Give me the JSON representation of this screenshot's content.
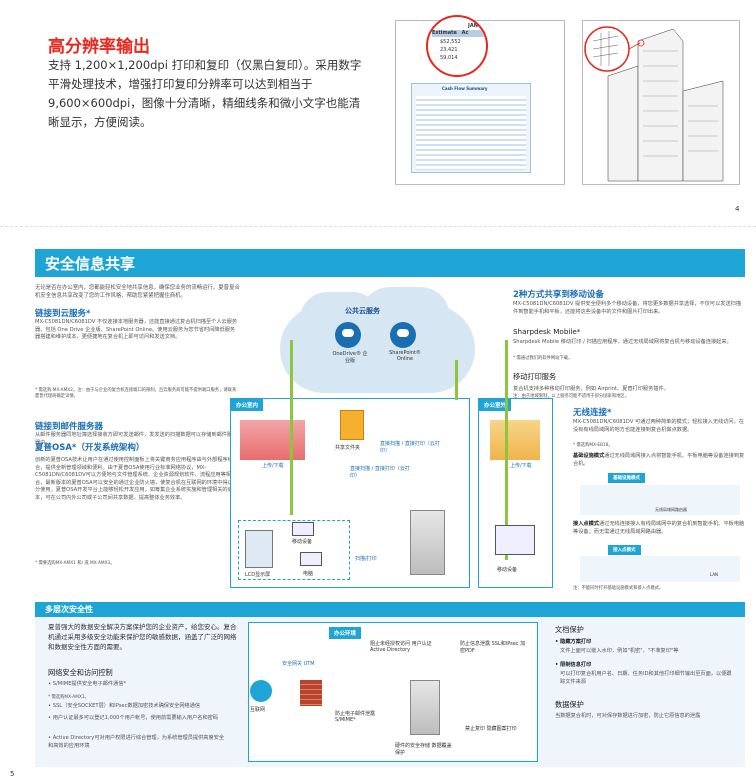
{
  "top": {
    "title": "高分辨率输出",
    "body": "支持 1,200×1,200dpi 打印和复印（仅黑白复印）。采用数字平滑处理技术，增强打印复印分辨率可以达到相当于 9,600×600dpi，图像十分清晰，精细线条和微小文字也能清晰显示，方便阅读。",
    "zoom_table": {
      "headers": [
        "Estimate",
        "Ac"
      ],
      "rows": [
        "$52,552",
        "23,421",
        "59,014"
      ],
      "col_header": "JAN"
    },
    "sheet_title": "Cash Flow Summary",
    "page_number": "4"
  },
  "section1": {
    "title": "安全信息共享",
    "intro": "无论是否在办公室内，您都能轻松安全地共享信息，确保您业务的流畅运行。夏普复合机安全信息共享改变了您的工作风格，帮助您紧紧把握住商机。",
    "cloud_title": "链接到云服务*",
    "cloud_body": "MX-C5081DN/C6081DV 不仅连接本地服务器，还能直接通过复合机扫描至个人云服务器、包括 One Drive 企业版、SharePoint Online。使用云服务为您节省时间降低服务器搭建和维护成本，更便捷地在复合机上即可访问和发送文档。",
    "cloud_note": "* 需选购 MX-AMX2。注：由于与企业的复合机连接端口的限制，且云服务商可能不提供端口服务，请联系夏普代理商确定详情。",
    "mail_title": "链接到邮件服务器",
    "mail_body": "从邮件服务器同地址簿选择接收方即可发送邮件，发发送的扫描数据可以存储到邮件服务器中。",
    "osa_title": "夏普OSA*（开发系统架构）",
    "osa_body": "创新的夏普OSA技术让用户在通过使用控制面板上将关键商务应用程序由与外部程序组合，提供全新管理领域和便利。由于夏普OSA使用行业标准网络协议，MX-C5081DN/C6081DV可以方便地与文件管理系统、企业资源规划软件、流程应用等相结合，最新版本的夏普OSA可以安全的通过企业防火墙，使复合机在互联网的环境中得以充分使用。夏普OSA开发平台上能够轻松开发应用，如筹集企业系统实施和管理相关的成本，可在公司内外公司或子公司间共享数据，提高整体业务效率。",
    "osa_note": "* 需要选购MX-AMX1 和/ 或 MX-AMX3。",
    "diagram": {
      "public_cloud": "公共云服务",
      "onedrive": "OneDrive® 企业版",
      "sharepoint": "SharePoint® Online",
      "in_office": "办公室内",
      "out_office": "办公室外",
      "shared_folder": "共享文件夹",
      "direct_print": "直接扫描 / 直接打印（云打印）",
      "direct_print2": "直接扫描 / 直接打印（云打印）",
      "up_down_left": "上传/下载",
      "up_down_right": "上传/下载",
      "mobile_left": "移动设备",
      "mobile_right": "移动设备",
      "pc": "电脑",
      "lcd": "LCD显示屏",
      "scan_print": "扫描/打印"
    },
    "right": {
      "mobile_title": "2种方式共享到移动设备",
      "mobile_body": "MX-C5081DN/C6081DV 提供安全便利多个移动设备，将您更多数据共享选择，不仅可以发送扫描件到智能手机和平板，还能将这些设备中的文件和图片打印出来。",
      "sharpdesk_title": "Sharpdesk Mobile*",
      "sharpdesk_body": "Sharpdesk Mobile 移动打印 / 扫描应用程序，通过无线局域网将复合机与移动设备连接起来。",
      "sharpdesk_note": "* 需通过我们的软件网站下载。",
      "mprint_title": "移动打印服务",
      "mprint_body": "复合机支持多种移动打印服务，例如 Airprint、夏普打印服务插件。",
      "mprint_note": "注：由于地域限制，以上服务可能不适用于部分国家和地区。",
      "wireless_title": "无线连接*",
      "wireless_body": "MX-C5081DN/C6081DV 可通过两种简单的模式；轻松接入无线访问，在没有有线局域网的地方也能连接到复合机做点数据。",
      "wireless_note": "* 需选购MX-EB18。",
      "infra_title": "基础设施模式",
      "infra_body": "通过无线局域网接入点将智能手机、平板电脑等设备连接到复合机。",
      "infra_tag": "基础设施模式",
      "ap_label": "无线局域网路由器",
      "access_title": "接入点模式",
      "access_body": "通过无线连接接入有线局域网中的复合机到智能手机、平板电脑等设备；而无需通过无线局域网路由器。",
      "access_tag": "接入点模式",
      "lan_label": "LAN",
      "access_note": "注：不能同时打开基础设施模式和接入点模式。"
    }
  },
  "section2": {
    "title": "多层次安全性",
    "intro": "夏普强大的数据安全解决方案保护您的企业资产，给您安心。复合机通过采用多级安全功能来保护您的敏感数据，涵盖了广泛的网络和数据安全性方面的需要。",
    "net_title": "网络安全和访问控制",
    "net_items": [
      "S/MIME提供安全电子邮件通信*",
      "SSL（安全SOCKET层）和IPsec数据加密技术确保安全网络通信",
      "用户认证最多可以登记1,000个用户帐号，使用前需要输入用户名和密码",
      "Active Directory可对用户权限进行综合管理，为系统管理员提供高度安全和高效的应用环境"
    ],
    "net_note": "* 需选购MX-AMX1。",
    "diagram": {
      "office_env": "办公环境",
      "internet": "互联网",
      "firewall": "安全网关 UTM",
      "block1": "阻止未经授权访问 用户认证 Active Directory",
      "block2": "防止电子邮件泄露 S/MIME*",
      "block3": "防止信息泄露 SSL和IPsec 加密PDF",
      "block4": "硬件的安全存储 数据覆盖保护",
      "block5": "禁止复印 隐藏图案打印"
    },
    "doc_title": "文档保护",
    "doc_items": [
      "隐藏方案打印",
      "文件上面可以嵌入水印，例如\"机密\"、\"不准复印\"等",
      "限制信息打印",
      "可以打印复合机用户名、日期、任务ID和其他打印细节输出至页面，以便跟踪文件来源"
    ],
    "data_title": "数据保护",
    "data_body": "当数据复合机时，可对保存数据进行加密，防止它原信息的泄露"
  },
  "footer_page": "5"
}
